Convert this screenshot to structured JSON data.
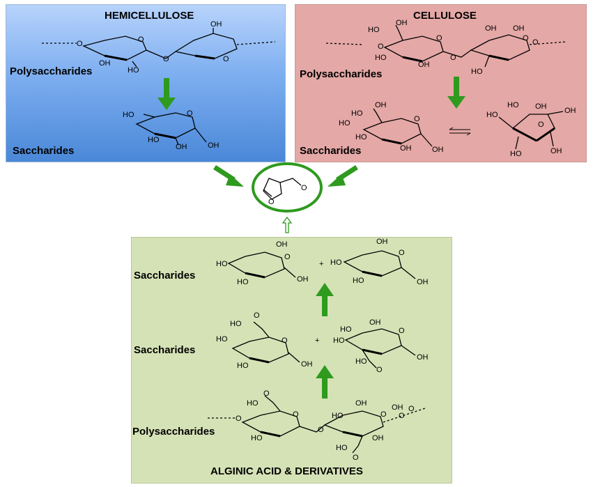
{
  "panels": {
    "hemicellulose": {
      "title": "HEMICELLULOSE",
      "poly_label": "Polysaccharides",
      "sacc_label": "Saccharides",
      "color": "#7daef0",
      "poly_atoms": [
        "O",
        "OH",
        "O",
        "HO",
        "O",
        "OH",
        "O"
      ],
      "sacc_atoms": [
        "HO",
        "O",
        "HO",
        "OH",
        "OH"
      ]
    },
    "cellulose": {
      "title": "CELLULOSE",
      "poly_label": "Polysaccharides",
      "sacc_label": "Saccharides",
      "color": "#e4a8a6",
      "poly_atoms": [
        "HO",
        "OH",
        "O",
        "O",
        "HO",
        "OH",
        "O",
        "OH",
        "O",
        "OH",
        "HO",
        "O"
      ],
      "sacc_atoms": [
        "OH",
        "HO",
        "HO",
        "O",
        "HO",
        "OH",
        "OH"
      ],
      "fructose_atoms": [
        "HO",
        "HO",
        "OH",
        "OH",
        "O",
        "OH",
        "HO"
      ]
    },
    "alginic": {
      "title": "ALGINIC ACID & DERIVATIVES",
      "sacc_label_1": "Saccharides",
      "sacc_label_2": "Saccharides",
      "poly_label": "Polysaccharides",
      "color": "#d5e2b6",
      "top_atoms": [
        "OH",
        "HO",
        "O",
        "HO",
        "OH",
        "+",
        "HO",
        "OH",
        "O",
        "HO",
        "OH"
      ],
      "mid_atoms": [
        "HO",
        "O",
        "HO",
        "O",
        "HO",
        "OH",
        "+",
        "HO",
        "OH",
        "O",
        "HO",
        "OH",
        "HO",
        "O"
      ],
      "poly_atoms": [
        "O",
        "HO",
        "O",
        "O",
        "HO",
        "O",
        "OH",
        "HO",
        "O",
        "OH",
        "O",
        "HO",
        "O",
        "OH",
        "O"
      ]
    }
  },
  "product": {
    "ring_atom": "O",
    "carbonyl_atom": "O",
    "highlight_color": "#2e9a1e"
  },
  "arrow_color": "#2e9a1e"
}
